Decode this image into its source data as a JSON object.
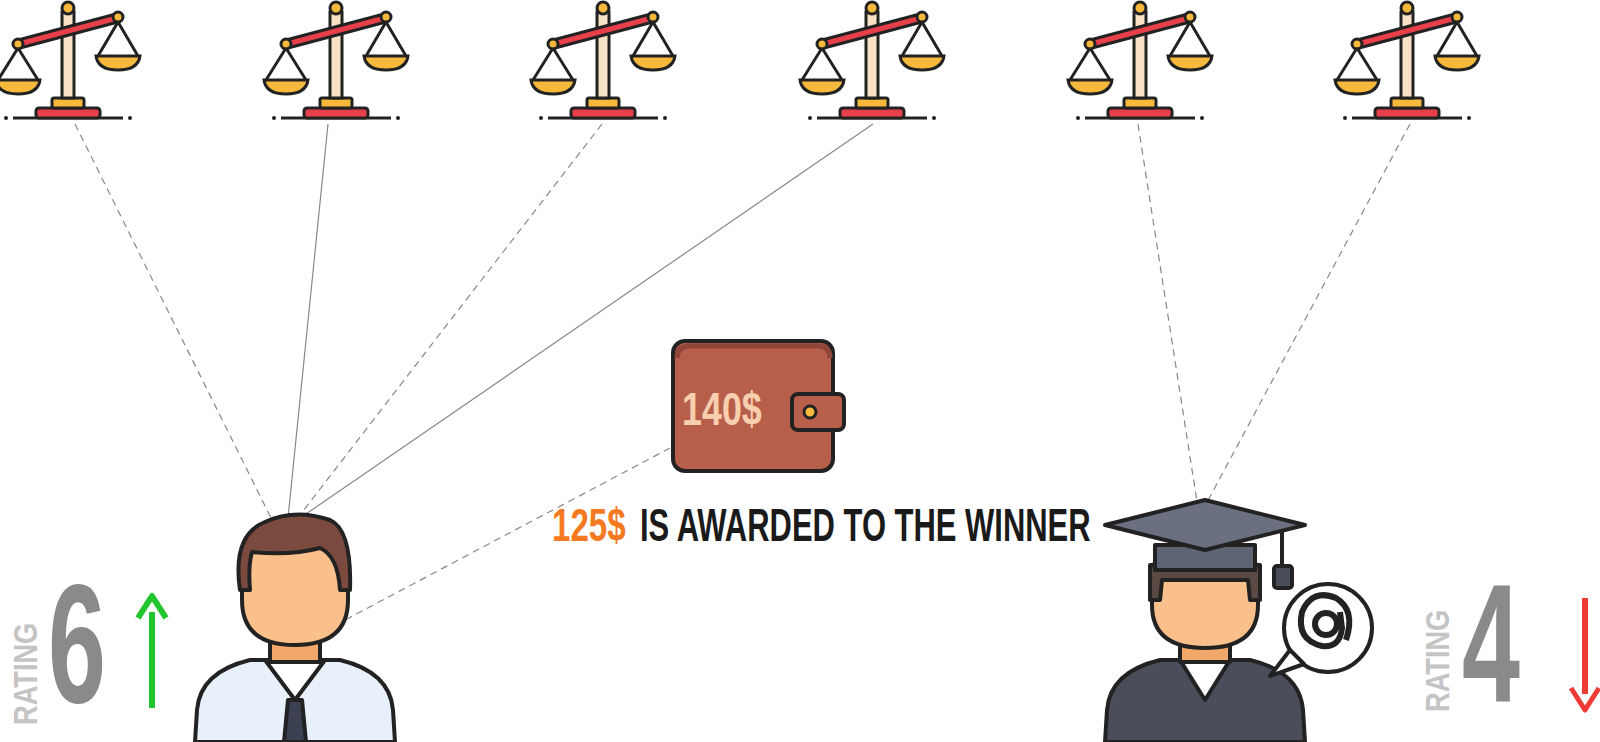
{
  "diagram": {
    "nodes": [
      {
        "text": [
          "140$"
        ]
      }
    ],
    "labels": [
      "125$",
      "IS AWARDED TO THE WINNER",
      "RATING",
      "6",
      "RATING",
      "4"
    ]
  }
}
